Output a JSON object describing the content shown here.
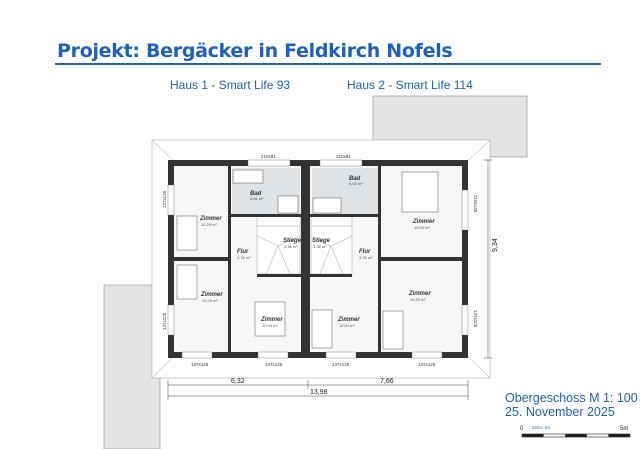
{
  "title": "Projekt: Bergäcker in Feldkirch Nofels",
  "houses": [
    "Haus 1 - Smart Life 93",
    "Haus 2 - Smart Life 114"
  ],
  "rooms": {
    "zimmer_lt": {
      "name": "Zimmer",
      "area": "10,29 m²"
    },
    "bad_l": {
      "name": "Bad",
      "area": "5,81 m²"
    },
    "flur_l": {
      "name": "Flur",
      "area": "3,76 m²"
    },
    "stiege_l": {
      "name": "Stiege",
      "area": "3,36 m²"
    },
    "zimmer_lb": {
      "name": "Zimmer",
      "area": "10,29 m²"
    },
    "zimmer_ml": {
      "name": "Zimmer",
      "area": "10,94 m²"
    },
    "bad_r": {
      "name": "Bad",
      "area": "6,63 m²"
    },
    "stiege_r": {
      "name": "Stiege",
      "area": "3,36 m²"
    },
    "flur_r": {
      "name": "Flur",
      "area": "3,76 m²"
    },
    "zimmer_rt": {
      "name": "Zimmer",
      "area": "15,93 m²"
    },
    "zimmer_rb": {
      "name": "Zimmer",
      "area": "15,93 m²"
    },
    "zimmer_mr": {
      "name": "Zimmer",
      "area": "10,54 m²"
    }
  },
  "windows": {
    "top": [
      "210x91",
      "210x91"
    ],
    "bottom": [
      "137x125",
      "137x125",
      "137x125",
      "137x125"
    ],
    "left": [
      "137x125",
      "137x125"
    ],
    "right": [
      "210x125",
      "137x125"
    ]
  },
  "dimensions": {
    "left_width": "6,32",
    "right_width": "7,66",
    "total_width": "13,98",
    "depth": "9,34"
  },
  "plan_info": {
    "floor_scale": "Obergeschoss M 1: 100",
    "date": "25. November 2025"
  },
  "scale_bar": {
    "start": "0",
    "drawn_by": "Zchn: SA",
    "end": "5m"
  }
}
